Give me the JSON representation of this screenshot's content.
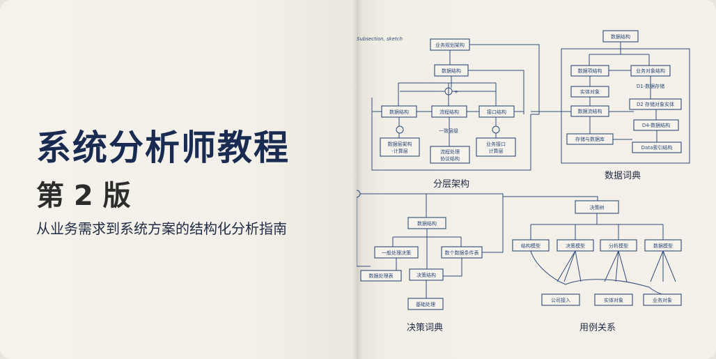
{
  "cover": {
    "title": "系统分析师教程",
    "edition": "第 2 版",
    "subtitle": "从业务需求到系统方案的结构化分析指南"
  },
  "sketch": {
    "corner_note": "Subsection, sketch",
    "layered": {
      "caption": "分层架构",
      "top_box": "业务规划架构",
      "mid_box": "数据结构",
      "row_boxes": [
        "数据结构",
        "流程结构",
        "接口结构"
      ],
      "sub_boxes": [
        "数据层架构\n-计算层",
        "流程处理\n协议结构",
        "业务接口\n计算层"
      ],
      "plus": "+",
      "note": "一致层级"
    },
    "data_dict": {
      "caption": "数据词典",
      "top_box": "数据结构",
      "left_col": [
        "数据项结构",
        "实体对象",
        "数据流结构",
        "存储与数据库"
      ],
      "right_col": [
        "业务对象结构",
        "D1-数据存储",
        "D2 存储对象实体",
        "D4-数据结构",
        "Data索引结构"
      ]
    },
    "decision_dict": {
      "caption": "决策词典",
      "top_box": "数据结构",
      "mid_left": "一般处理决策",
      "mid_right": "数个数据条件表",
      "lower": "决策结构",
      "bottom": "基础处理",
      "side": "数据处理表"
    },
    "use_case": {
      "caption": "用例关系",
      "root": "决策树",
      "nodes": [
        "结构模型",
        "决策模型",
        "分析模型",
        "数据模型"
      ],
      "leaves": [
        "公司接入",
        "实体对象",
        "业务对象"
      ]
    }
  }
}
